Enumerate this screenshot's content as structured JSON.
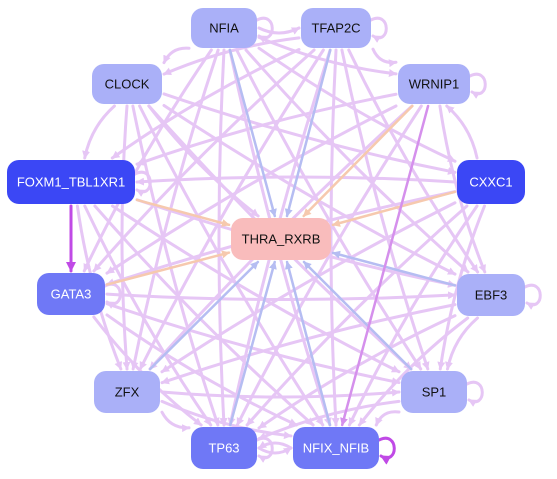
{
  "colors": {
    "edge_regular": "#e6c6f5",
    "edge_blue": "#b5bdf2",
    "edge_peach": "#f6c9ae",
    "edge_strong": "#c04ae6",
    "edge_magenta": "#d590ec",
    "edge_lavender": "#aeb3f5",
    "node_light": "#aab0f8",
    "node_medium": "#6f78f6",
    "node_dark": "#3b47f5",
    "node_center": "#f9bcbc",
    "text_light": "#ffffff",
    "text_dark": "#111111"
  },
  "nodes": [
    {
      "id": "NFIA",
      "label": "NFIA",
      "style": "light"
    },
    {
      "id": "TFAP2C",
      "label": "TFAP2C",
      "style": "light"
    },
    {
      "id": "CLOCK",
      "label": "CLOCK",
      "style": "light"
    },
    {
      "id": "WRNIP1",
      "label": "WRNIP1",
      "style": "light"
    },
    {
      "id": "FOXM1_TBL1XR1",
      "label": "FOXM1_TBL1XR1",
      "style": "dark"
    },
    {
      "id": "CXXC1",
      "label": "CXXC1",
      "style": "dark"
    },
    {
      "id": "THRA_RXRB",
      "label": "THRA_RXRB",
      "style": "center"
    },
    {
      "id": "GATA3",
      "label": "GATA3",
      "style": "medium"
    },
    {
      "id": "EBF3",
      "label": "EBF3",
      "style": "light"
    },
    {
      "id": "ZFX",
      "label": "ZFX",
      "style": "light"
    },
    {
      "id": "SP1",
      "label": "SP1",
      "style": "light"
    },
    {
      "id": "TP63",
      "label": "TP63",
      "style": "medium"
    },
    {
      "id": "NFIX_NFIB",
      "label": "NFIX_NFIB",
      "style": "medium"
    }
  ],
  "edges": [
    {
      "from": "FOXM1_TBL1XR1",
      "to": "GATA3",
      "kind": "strong"
    },
    {
      "from": "NFIX_NFIB",
      "to": "NFIX_NFIB",
      "kind": "strong"
    },
    {
      "from": "WRNIP1",
      "to": "NFIX_NFIB",
      "kind": "magenta"
    },
    {
      "from": "SP1",
      "to": "THRA_RXRB",
      "kind": "blue"
    },
    {
      "from": "EBF3",
      "to": "THRA_RXRB",
      "kind": "blue"
    },
    {
      "from": "ZFX",
      "to": "THRA_RXRB",
      "kind": "blue"
    },
    {
      "from": "TP63",
      "to": "THRA_RXRB",
      "kind": "blue"
    },
    {
      "from": "NFIX_NFIB",
      "to": "THRA_RXRB",
      "kind": "blue"
    },
    {
      "from": "NFIA",
      "to": "THRA_RXRB",
      "kind": "blue"
    },
    {
      "from": "TFAP2C",
      "to": "THRA_RXRB",
      "kind": "blue"
    },
    {
      "from": "CXXC1",
      "to": "THRA_RXRB",
      "kind": "peach"
    },
    {
      "from": "GATA3",
      "to": "THRA_RXRB",
      "kind": "peach"
    },
    {
      "from": "FOXM1_TBL1XR1",
      "to": "THRA_RXRB",
      "kind": "peach"
    },
    {
      "from": "CLOCK",
      "to": "THRA_RXRB",
      "kind": "regular"
    },
    {
      "from": "WRNIP1",
      "to": "THRA_RXRB",
      "kind": "peach"
    },
    {
      "from": "NFIA",
      "to": "TFAP2C",
      "kind": "regular"
    },
    {
      "from": "NFIA",
      "to": "CLOCK",
      "kind": "regular"
    },
    {
      "from": "NFIA",
      "to": "WRNIP1",
      "kind": "regular"
    },
    {
      "from": "NFIA",
      "to": "CXXC1",
      "kind": "regular"
    },
    {
      "from": "NFIA",
      "to": "EBF3",
      "kind": "regular"
    },
    {
      "from": "NFIA",
      "to": "SP1",
      "kind": "regular"
    },
    {
      "from": "NFIA",
      "to": "TP63",
      "kind": "regular"
    },
    {
      "from": "NFIA",
      "to": "NFIX_NFIB",
      "kind": "regular"
    },
    {
      "from": "NFIA",
      "to": "ZFX",
      "kind": "regular"
    },
    {
      "from": "NFIA",
      "to": "GATA3",
      "kind": "regular"
    },
    {
      "from": "TFAP2C",
      "to": "CLOCK",
      "kind": "regular"
    },
    {
      "from": "TFAP2C",
      "to": "WRNIP1",
      "kind": "regular"
    },
    {
      "from": "TFAP2C",
      "to": "FOXM1_TBL1XR1",
      "kind": "regular"
    },
    {
      "from": "TFAP2C",
      "to": "GATA3",
      "kind": "regular"
    },
    {
      "from": "TFAP2C",
      "to": "ZFX",
      "kind": "regular"
    },
    {
      "from": "TFAP2C",
      "to": "TP63",
      "kind": "regular"
    },
    {
      "from": "TFAP2C",
      "to": "NFIX_NFIB",
      "kind": "regular"
    },
    {
      "from": "TFAP2C",
      "to": "SP1",
      "kind": "regular"
    },
    {
      "from": "TFAP2C",
      "to": "EBF3",
      "kind": "regular"
    },
    {
      "from": "CLOCK",
      "to": "FOXM1_TBL1XR1",
      "kind": "regular"
    },
    {
      "from": "CLOCK",
      "to": "CXXC1",
      "kind": "regular"
    },
    {
      "from": "CLOCK",
      "to": "EBF3",
      "kind": "regular"
    },
    {
      "from": "CLOCK",
      "to": "SP1",
      "kind": "regular"
    },
    {
      "from": "CLOCK",
      "to": "NFIX_NFIB",
      "kind": "regular"
    },
    {
      "from": "CLOCK",
      "to": "TP63",
      "kind": "regular"
    },
    {
      "from": "CLOCK",
      "to": "ZFX",
      "kind": "regular"
    },
    {
      "from": "WRNIP1",
      "to": "FOXM1_TBL1XR1",
      "kind": "regular"
    },
    {
      "from": "WRNIP1",
      "to": "GATA3",
      "kind": "regular"
    },
    {
      "from": "WRNIP1",
      "to": "ZFX",
      "kind": "regular"
    },
    {
      "from": "WRNIP1",
      "to": "TP63",
      "kind": "regular"
    },
    {
      "from": "WRNIP1",
      "to": "EBF3",
      "kind": "regular"
    },
    {
      "from": "CXXC1",
      "to": "FOXM1_TBL1XR1",
      "kind": "regular"
    },
    {
      "from": "CXXC1",
      "to": "GATA3",
      "kind": "regular"
    },
    {
      "from": "CXXC1",
      "to": "ZFX",
      "kind": "regular"
    },
    {
      "from": "CXXC1",
      "to": "TP63",
      "kind": "regular"
    },
    {
      "from": "CXXC1",
      "to": "NFIX_NFIB",
      "kind": "regular"
    },
    {
      "from": "CXXC1",
      "to": "SP1",
      "kind": "regular"
    },
    {
      "from": "CXXC1",
      "to": "WRNIP1",
      "kind": "regular"
    },
    {
      "from": "FOXM1_TBL1XR1",
      "to": "EBF3",
      "kind": "regular"
    },
    {
      "from": "FOXM1_TBL1XR1",
      "to": "SP1",
      "kind": "regular"
    },
    {
      "from": "FOXM1_TBL1XR1",
      "to": "TP63",
      "kind": "regular"
    },
    {
      "from": "FOXM1_TBL1XR1",
      "to": "NFIX_NFIB",
      "kind": "regular"
    },
    {
      "from": "FOXM1_TBL1XR1",
      "to": "ZFX",
      "kind": "regular"
    },
    {
      "from": "GATA3",
      "to": "EBF3",
      "kind": "regular"
    },
    {
      "from": "GATA3",
      "to": "SP1",
      "kind": "regular"
    },
    {
      "from": "GATA3",
      "to": "NFIX_NFIB",
      "kind": "regular"
    },
    {
      "from": "GATA3",
      "to": "TP63",
      "kind": "regular"
    },
    {
      "from": "EBF3",
      "to": "ZFX",
      "kind": "regular"
    },
    {
      "from": "EBF3",
      "to": "TP63",
      "kind": "regular"
    },
    {
      "from": "EBF3",
      "to": "NFIX_NFIB",
      "kind": "regular"
    },
    {
      "from": "EBF3",
      "to": "SP1",
      "kind": "regular"
    },
    {
      "from": "ZFX",
      "to": "SP1",
      "kind": "regular"
    },
    {
      "from": "ZFX",
      "to": "NFIX_NFIB",
      "kind": "regular"
    },
    {
      "from": "ZFX",
      "to": "TP63",
      "kind": "regular"
    },
    {
      "from": "SP1",
      "to": "TP63",
      "kind": "regular"
    },
    {
      "from": "SP1",
      "to": "NFIX_NFIB",
      "kind": "regular"
    },
    {
      "from": "TP63",
      "to": "NFIX_NFIB",
      "kind": "regular"
    },
    {
      "from": "NFIX_NFIB",
      "to": "TP63",
      "kind": "regular"
    },
    {
      "from": "SP1",
      "to": "SP1",
      "kind": "regular"
    },
    {
      "from": "EBF3",
      "to": "EBF3",
      "kind": "regular"
    },
    {
      "from": "TP63",
      "to": "TP63",
      "kind": "regular"
    },
    {
      "from": "NFIA",
      "to": "NFIA",
      "kind": "regular"
    },
    {
      "from": "TFAP2C",
      "to": "TFAP2C",
      "kind": "regular"
    },
    {
      "from": "FOXM1_TBL1XR1",
      "to": "FOXM1_TBL1XR1",
      "kind": "regular"
    },
    {
      "from": "GATA3",
      "to": "GATA3",
      "kind": "regular"
    },
    {
      "from": "WRNIP1",
      "to": "WRNIP1",
      "kind": "regular"
    }
  ]
}
